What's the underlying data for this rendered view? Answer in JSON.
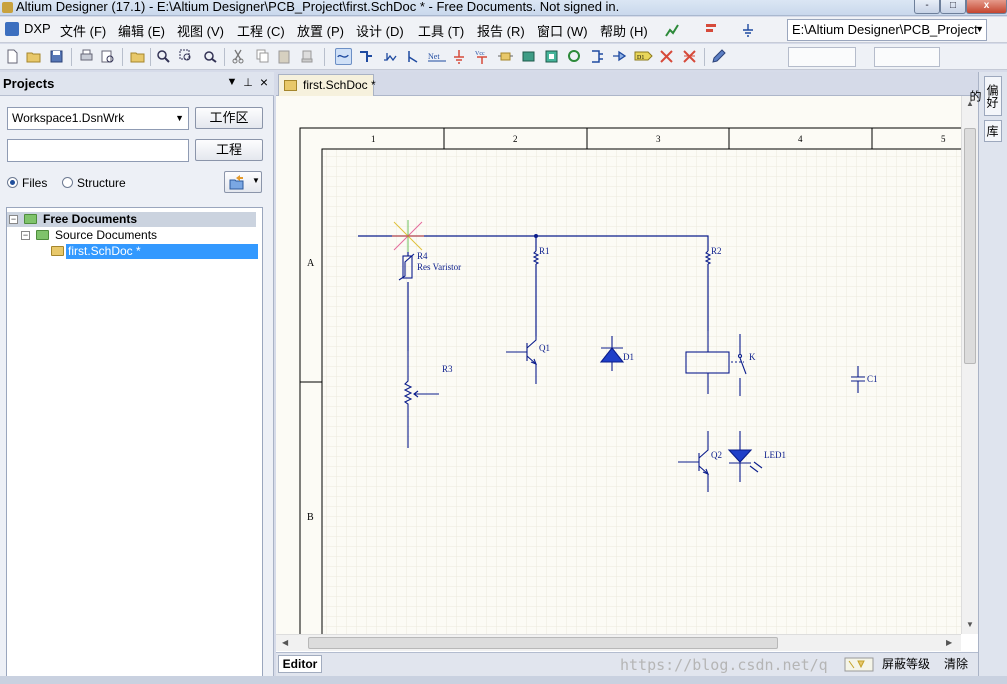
{
  "window": {
    "title": "Altium Designer (17.1) - E:\\Altium Designer\\PCB_Project\\first.SchDoc * - Free Documents. Not signed in.",
    "controls": {
      "minimize": "-",
      "maximize": "□",
      "close": "x"
    }
  },
  "menubar": {
    "items": [
      "DXP",
      "文件 (F)",
      "编辑 (E)",
      "视图 (V)",
      "工程 (C)",
      "放置 (P)",
      "设计 (D)",
      "工具 (T)",
      "报告 (R)",
      "窗口 (W)",
      "帮助 (H)"
    ],
    "path": "E:\\Altium Designer\\PCB_Project"
  },
  "projects_panel": {
    "title": "Projects",
    "pin_glyph": "▼",
    "dock_glyph": "⊥",
    "close_glyph": "×",
    "workspace": "Workspace1.DsnWrk",
    "workspace_button": "工作区",
    "project_input": "",
    "project_button": "工程",
    "view_files": "Files",
    "view_structure": "Structure",
    "tree": {
      "root": "Free Documents",
      "folder": "Source Documents",
      "file": "first.SchDoc *"
    }
  },
  "document": {
    "tab": "first.SchDoc *",
    "editor_tab": "Editor",
    "status_mask": "屏蔽等级",
    "status_clear": "清除",
    "watermark": "https://blog.csdn.net/q"
  },
  "dock_tabs": [
    "偏好的",
    "库"
  ],
  "schematic": {
    "columns": [
      "1",
      "2",
      "3",
      "4",
      "5"
    ],
    "rows": [
      "A",
      "B"
    ],
    "components": {
      "r4": "R4",
      "r4_value": "Res Varistor",
      "r1": "R1",
      "r2": "R2",
      "r3": "R3",
      "q1": "Q1",
      "q2": "Q2",
      "d1": "D1",
      "k": "K",
      "c1": "C1",
      "led1": "LED1"
    },
    "wire_color": "#0b1d8c"
  }
}
